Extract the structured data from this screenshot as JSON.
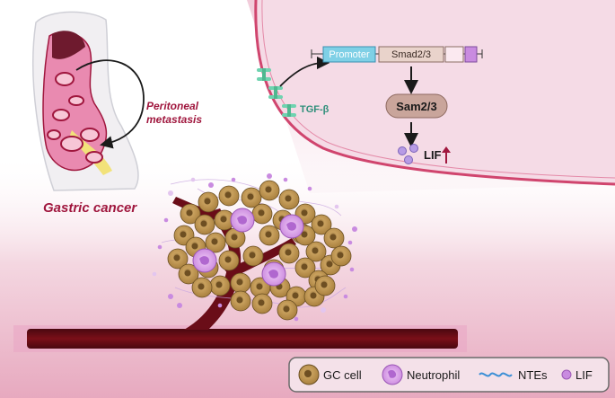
{
  "labels": {
    "peritoneal_metastasis_line1": "Peritoneal",
    "peritoneal_metastasis_line2": "metastasis",
    "gastric_cancer": "Gastric cancer",
    "tgf_beta": "TGF-β",
    "promoter": "Promoter",
    "smad_gene": "Smad2/3",
    "sam_protein": "Sam2/3",
    "lif_output": "LIF"
  },
  "legend": {
    "items": [
      {
        "name": "gc-cell",
        "label": "GC cell"
      },
      {
        "name": "neutrophil",
        "label": "Neutrophil"
      },
      {
        "name": "ntes",
        "label": "NTEs"
      },
      {
        "name": "lif",
        "label": "LIF"
      }
    ]
  },
  "colors": {
    "label_red": "#a0173e",
    "membrane": "#d0456e",
    "cell_bg": "#f5dbe6",
    "promoter": "#7fd0e6",
    "gene": "#e9d3cb",
    "sam": "#c9a59b",
    "lif_dot": "#b79be5",
    "gc_cell": "#c9a15e",
    "neutrophil": "#d9a3e8",
    "tgf_receptor": "#6fd3b0",
    "vessel": "#7a0f18"
  },
  "icons": [
    "stomach-icon",
    "up-arrow-icon",
    "receptor-icon"
  ]
}
